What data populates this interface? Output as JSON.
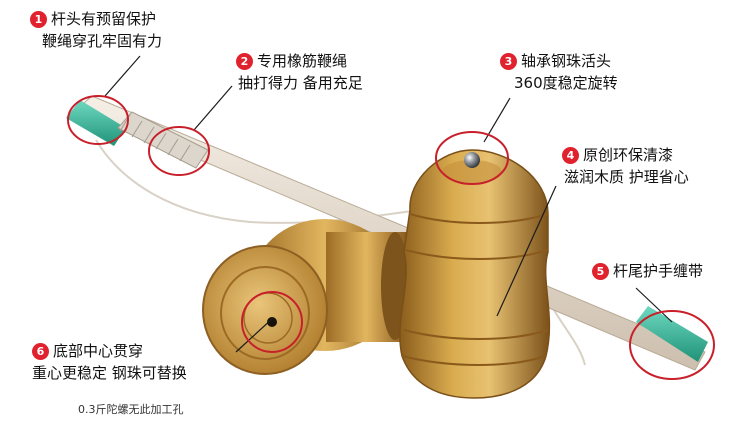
{
  "annotations": [
    {
      "num": "1",
      "line1": "杆头有预留保护",
      "line2": "鞭绳穿孔牢固有力"
    },
    {
      "num": "2",
      "line1": "专用橡筋鞭绳",
      "line2": "抽打得力  备用充足"
    },
    {
      "num": "3",
      "line1": "轴承钢珠活头",
      "line2": "360度稳定旋转"
    },
    {
      "num": "4",
      "line1": "原创环保清漆",
      "line2": "滋润木质  护理省心"
    },
    {
      "num": "5",
      "line1": "杆尾护手缠带"
    },
    {
      "num": "6",
      "line1": "底部中心贯穿",
      "line2": "重心更稳定  钢珠可替换"
    }
  ],
  "footnote": "0.3斤陀螺无此加工孔",
  "colors": {
    "badge": "#e0222e",
    "callout_ring": "#c8202a",
    "grip": "#2fb89a",
    "wood": "#c99a3c"
  }
}
